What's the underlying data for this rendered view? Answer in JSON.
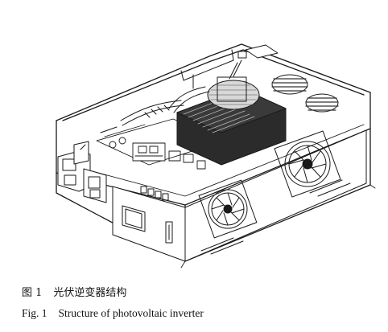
{
  "figure": {
    "image_subject": "photovoltaic-inverter-isometric-drawing"
  },
  "caption_cn": {
    "label": "图 1",
    "text": "光伏逆变器结构"
  },
  "caption_en": {
    "label": "Fig. 1",
    "text": "Structure of photovoltaic inverter"
  }
}
